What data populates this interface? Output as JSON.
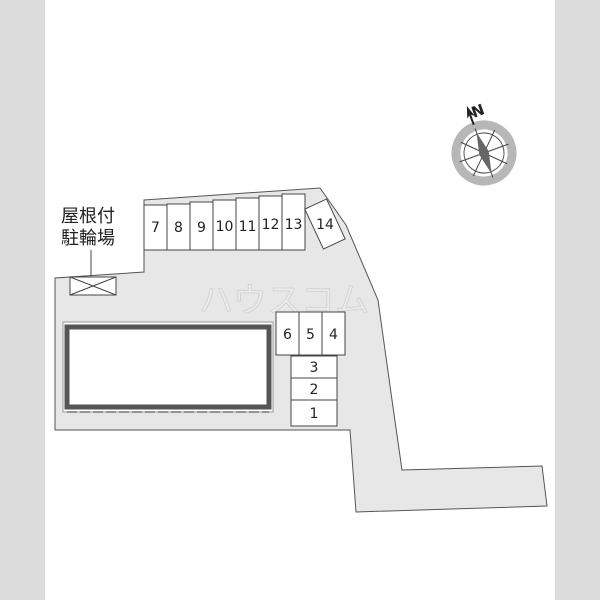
{
  "map": {
    "bike_parking_line1": "屋根付",
    "bike_parking_line2": "駐輪場",
    "compass_letter": "N",
    "watermark": "ハウスコム",
    "top_row_spaces": [
      "7",
      "8",
      "9",
      "10",
      "11",
      "12",
      "13"
    ],
    "angled_space": "14",
    "right_row_spaces": [
      "6",
      "5",
      "4"
    ],
    "stacked_spaces": [
      "3",
      "2",
      "1"
    ]
  },
  "colors": {
    "side_panel": "#dcdcdc",
    "ground": "#e7e7e7",
    "building_wall": "#555555",
    "lines": "#444444",
    "space_fill": "#ffffff"
  }
}
